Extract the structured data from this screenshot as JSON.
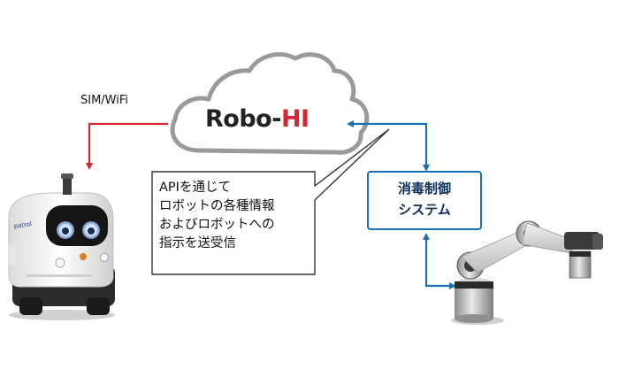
{
  "connection": {
    "label": "SIM/WiFi"
  },
  "logo": {
    "text_main": "Robo-",
    "text_accent": "HI",
    "accent_color": "#d7262f"
  },
  "callout": {
    "lines": [
      "APIを通じて",
      "ロボットの各種情報",
      "およびロボットへの",
      "指示を送受信"
    ]
  },
  "controller": {
    "lines": [
      "消毒制御",
      "システム"
    ],
    "border_color": "#1d6fb3"
  },
  "robot_left": {
    "badge_text": "patrol"
  },
  "colors": {
    "red_link": "#d7262f",
    "blue_link": "#1d6fb3",
    "cloud_stroke": "#9a9a9a"
  },
  "icons": [
    "cloud-icon",
    "delivery-robot-icon",
    "robot-arm-icon"
  ]
}
